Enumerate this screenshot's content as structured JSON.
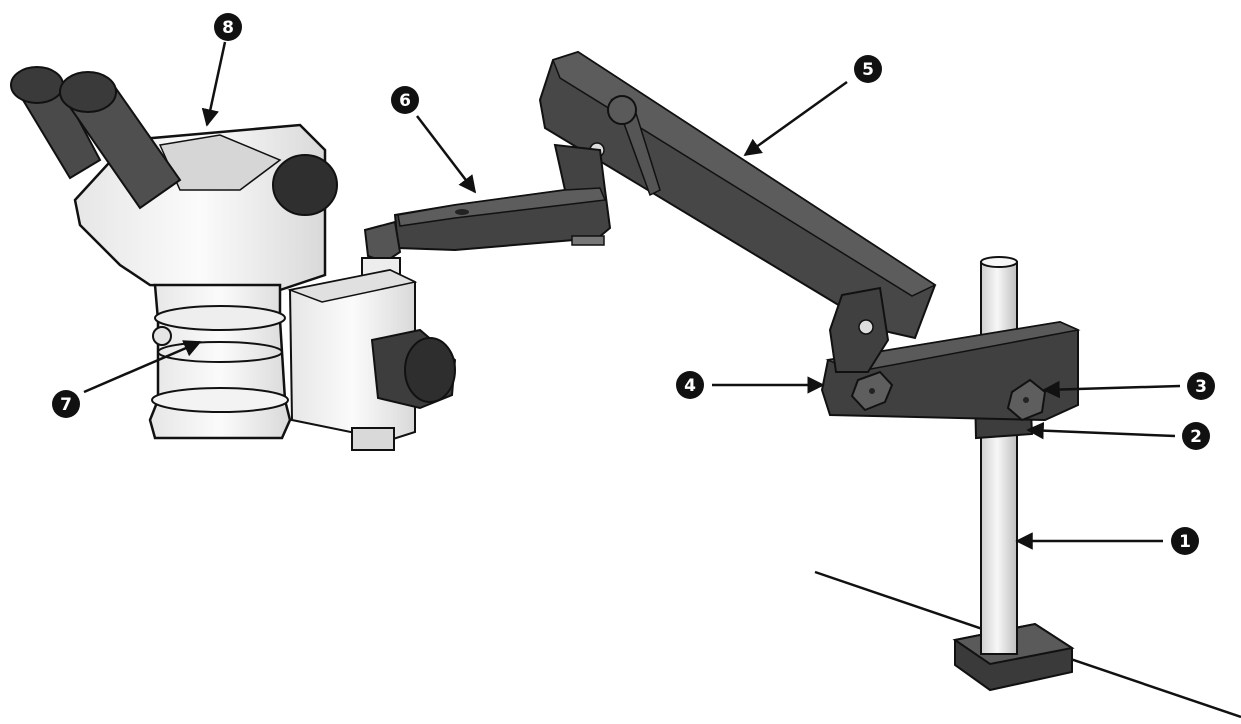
{
  "colors": {
    "arm_dark": "#3a3a3a",
    "arm_mid": "#4a4a4a",
    "arm_highlight": "#5e5e5e",
    "body_light": "#f2f2f2",
    "body_shade": "#d8d8d8",
    "outline": "#111111",
    "post": "#e9e9e9",
    "callout_fill": "#111111",
    "callout_text": "#ffffff"
  },
  "callouts": [
    {
      "id": "1",
      "label": "1"
    },
    {
      "id": "2",
      "label": "2"
    },
    {
      "id": "3",
      "label": "3"
    },
    {
      "id": "4",
      "label": "4"
    },
    {
      "id": "5",
      "label": "5"
    },
    {
      "id": "6",
      "label": "6"
    },
    {
      "id": "7",
      "label": "7"
    },
    {
      "id": "8",
      "label": "8"
    }
  ]
}
